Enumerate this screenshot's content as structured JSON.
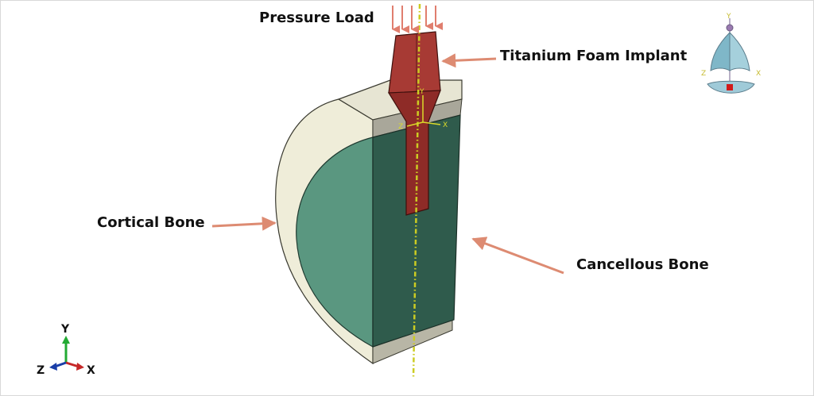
{
  "labels": {
    "pressure_load": "Pressure Load",
    "implant": "Titanium Foam Implant",
    "cortical": "Cortical Bone",
    "cancellous": "Cancellous Bone"
  },
  "triad": {
    "y": "Y",
    "z": "Z",
    "x": "X"
  },
  "model_axes": {
    "y": "Y",
    "z": "Z",
    "x": "X"
  },
  "view_cube": {
    "y": "Y",
    "z": "Z",
    "x": "X"
  },
  "colors": {
    "cortical_bone": "#efedd9",
    "cancellous_bone": "#5a9780",
    "cancellous_front": "#2f5b4c",
    "implant": "#a73a34",
    "callout_arrow": "#dd8b72",
    "load_arrow": "#e07e6e",
    "axis_line": "#cccc22"
  }
}
